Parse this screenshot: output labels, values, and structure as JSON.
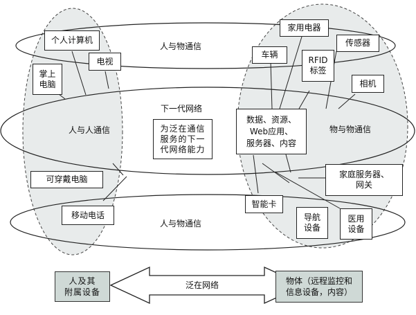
{
  "ellipse_labels": {
    "top": "人与物通信",
    "middle_left": "人与人通信",
    "middle_right": "物与物通信",
    "bottom": "人与物通信",
    "next_gen": "下一代网络"
  },
  "center_box": "为泛在通信\n服务的下一\n代网络能力",
  "left_devices": {
    "pc": "个人计算机",
    "tv": "电视",
    "palmtop": "掌上\n电脑",
    "wearable": "可穿戴电脑",
    "mobile": "移动电话"
  },
  "right_devices": {
    "appliance": "家用电器",
    "vehicle": "车辆",
    "rfid": "RFID\n标签",
    "sensor": "传感器",
    "camera": "相机",
    "data": "数据、资源、\nWeb应用、\n服务器、内容",
    "home_server": "家庭服务器、\n网关",
    "smart_card": "智能卡",
    "navigation": "导航\n设备",
    "medical": "医用\n设备"
  },
  "bottom_bar": {
    "left": "人及其\n附属设备",
    "arrow": "泛在网络",
    "right": "物体（远程监控和\n信息设备，内容）"
  },
  "colors": {
    "shade": "#e8ebeb",
    "box_fill": "#cfd9d6",
    "stroke": "#222222"
  }
}
